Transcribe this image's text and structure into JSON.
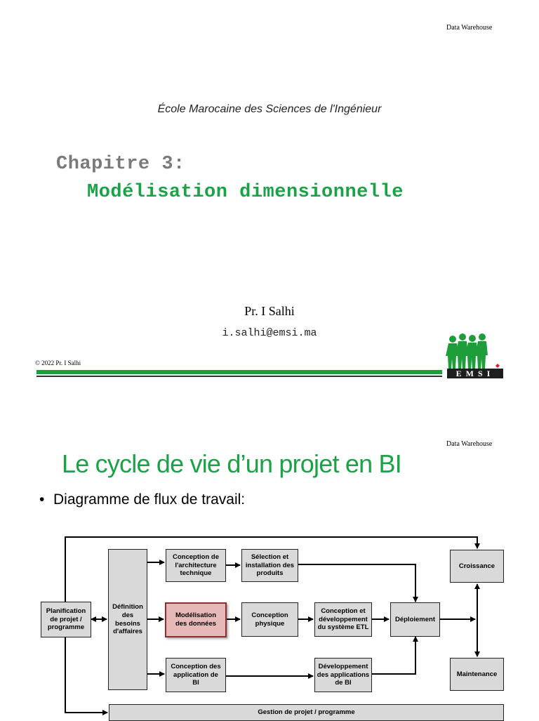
{
  "slide1": {
    "header": "Data Warehouse",
    "school": "École Marocaine des Sciences de l'Ingénieur",
    "chapter": "Chapitre 3:",
    "subtitle": "Modélisation dimensionnelle",
    "author": "Pr. I Salhi",
    "email": "i.salhi@emsi.ma",
    "copyright": "© 2022 Pr. I Salhi",
    "logo_text": "EMSI"
  },
  "slide2": {
    "header": "Data Warehouse",
    "title": "Le cycle de vie d’un projet en BI",
    "bullet": "Diagramme  de flux de travail:",
    "bullet_marker": "•"
  },
  "diagram": {
    "planification": "Planification\nde projet /\nprogramme",
    "definition": "Définition\ndes\nbesoins\nd'affaires",
    "arch": "Conception de\nl'architecture\ntechnique",
    "selection": "Sélection et\ninstallation des\nproduits",
    "modelisation": "Modélisation\ndes données",
    "physique": "Conception\nphysique",
    "etl": "Conception    et\ndéveloppement\ndu système ETL",
    "deploiement": "Déploiement",
    "appbi": "Conception des\napplication de\nBI",
    "devbi": "Développement\ndes applications\nde BI",
    "croissance": "Croissance",
    "maintenance": "Maintenance",
    "gestion": "Gestion de projet  / programme"
  },
  "colors": {
    "green_title": "#1aa246",
    "chapter_gray": "#7a7a7a",
    "box_fill": "#d9d9d9",
    "highlight_fill": "#e6b9b8"
  }
}
